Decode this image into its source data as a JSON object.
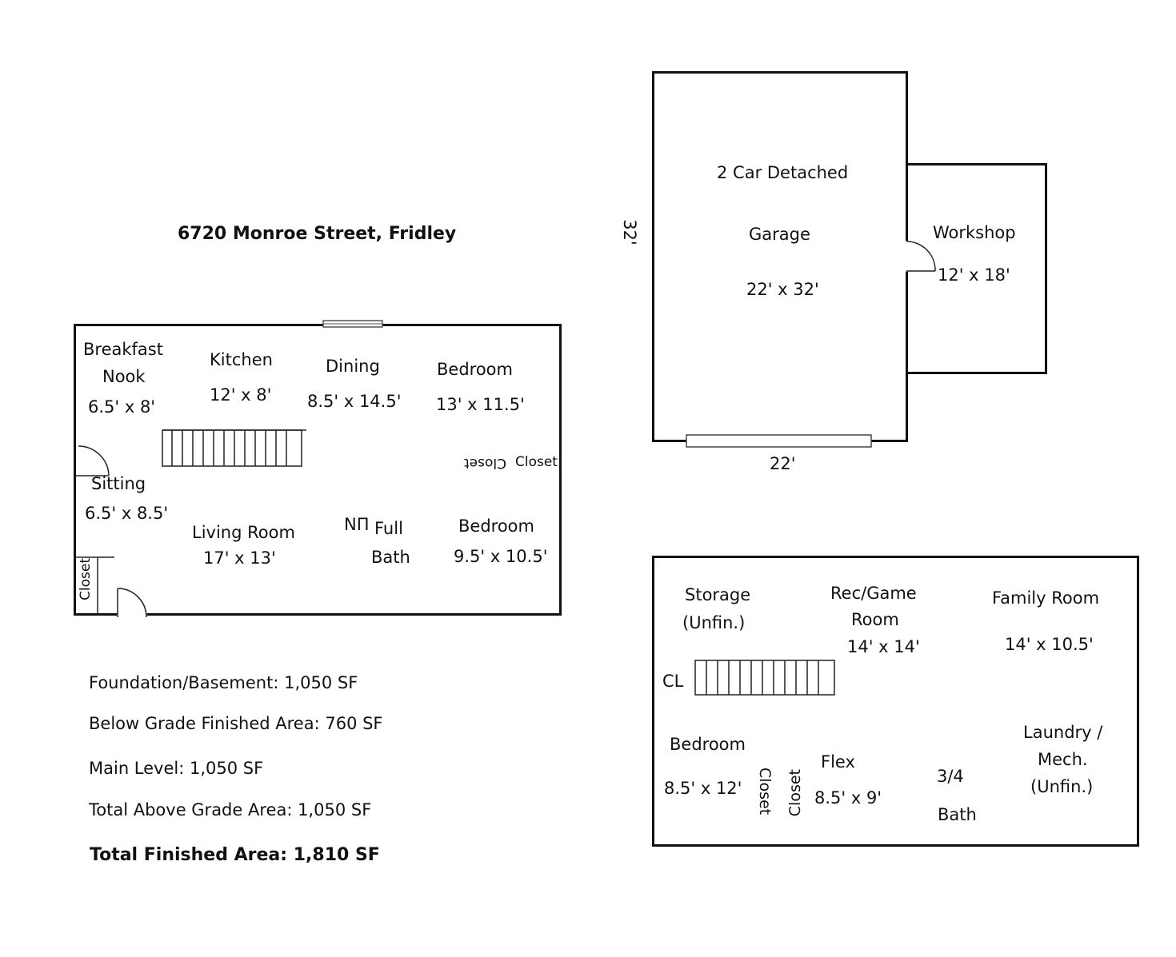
{
  "title": "6720 Monroe Street, Fridley",
  "main_level": {
    "breakfast_nook": {
      "name_line1": "Breakfast",
      "name_line2": "Nook",
      "size": "6.5' x 8'"
    },
    "kitchen": {
      "name": "Kitchen",
      "size": "12' x 8'"
    },
    "dining": {
      "name": "Dining",
      "size": "8.5' x 14.5'"
    },
    "bedroom_1": {
      "name": "Bedroom",
      "size": "13' x 11.5'"
    },
    "closet_pair": {
      "left": "Closet",
      "right": "Closet"
    },
    "sitting": {
      "name": "Sitting",
      "size": "6.5' x 8.5'"
    },
    "living_room": {
      "name": "Living Room",
      "size": "17' x 13'"
    },
    "lin": "NΠ",
    "full_bath": {
      "line1": "Full",
      "line2": "Bath"
    },
    "bedroom_2": {
      "name": "Bedroom",
      "size": "9.5' x 10.5'"
    },
    "closet_entry": "Closet"
  },
  "garage": {
    "line1": "2 Car Detached",
    "line2": "Garage",
    "size": "22' x 32'",
    "dim_side": "32'",
    "dim_bottom": "22'",
    "workshop": {
      "name": "Workshop",
      "size": "12' x 18'"
    }
  },
  "basement": {
    "storage": {
      "line1": "Storage",
      "line2": "(Unfin.)"
    },
    "rec_game": {
      "line1": "Rec/Game",
      "line2": "Room",
      "size": "14' x 14'"
    },
    "family_room": {
      "name": "Family Room",
      "size": "14' x 10.5'"
    },
    "cl": "CL",
    "bedroom": {
      "name": "Bedroom",
      "size": "8.5' x 12'"
    },
    "closet_a": "Closet",
    "closet_b": "Closet",
    "flex": {
      "name": "Flex",
      "size": "8.5' x 9'"
    },
    "bath": {
      "line1": "3/4",
      "line2": "Bath"
    },
    "laundry": {
      "line1": "Laundry /",
      "line2": "Mech.",
      "line3": "(Unfin.)"
    }
  },
  "areas": {
    "foundation": "Foundation/Basement: 1,050 SF",
    "below_grade": "Below Grade Finished Area: 760 SF",
    "main_level": "Main Level: 1,050 SF",
    "above_grade": "Total Above Grade Area: 1,050 SF",
    "total_finished": "Total Finished Area: 1,810 SF"
  }
}
